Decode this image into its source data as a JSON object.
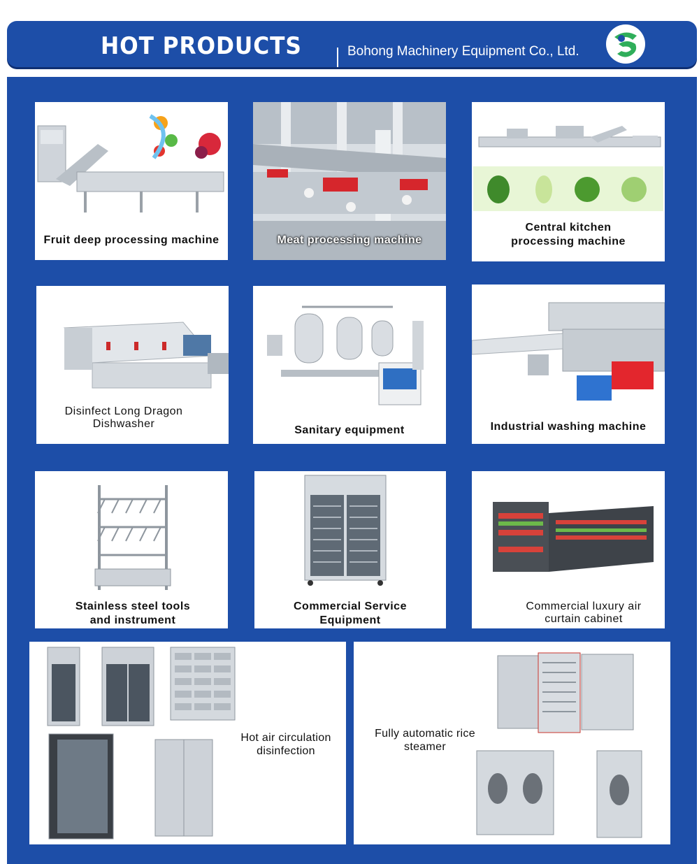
{
  "header": {
    "title": "HOT PRODUCTS",
    "company": "Bohong Machinery Equipment Co., Ltd."
  },
  "colors": {
    "brand_blue": "#1d4ea8",
    "logo_green": "#2fae5a",
    "steel": "#c9ced4"
  },
  "products": [
    {
      "line1": "Fruit deep processing machine",
      "line2": ""
    },
    {
      "line1": "Meat processing machine",
      "line2": ""
    },
    {
      "line1": "Central kitchen",
      "line2": "processing machine"
    },
    {
      "line1": "Disinfect Long Dragon",
      "line2": "Dishwasher"
    },
    {
      "line1": "Sanitary equipment",
      "line2": ""
    },
    {
      "line1": "Industrial washing machine",
      "line2": ""
    },
    {
      "line1": "Stainless steel tools",
      "line2": "and instrument"
    },
    {
      "line1": "Commercial Service",
      "line2": "Equipment"
    },
    {
      "line1": "Commercial luxury air",
      "line2": "curtain cabinet"
    },
    {
      "line1": "Hot air circulation",
      "line2": "disinfection"
    },
    {
      "line1": "Fully automatic rice",
      "line2": "steamer"
    }
  ]
}
